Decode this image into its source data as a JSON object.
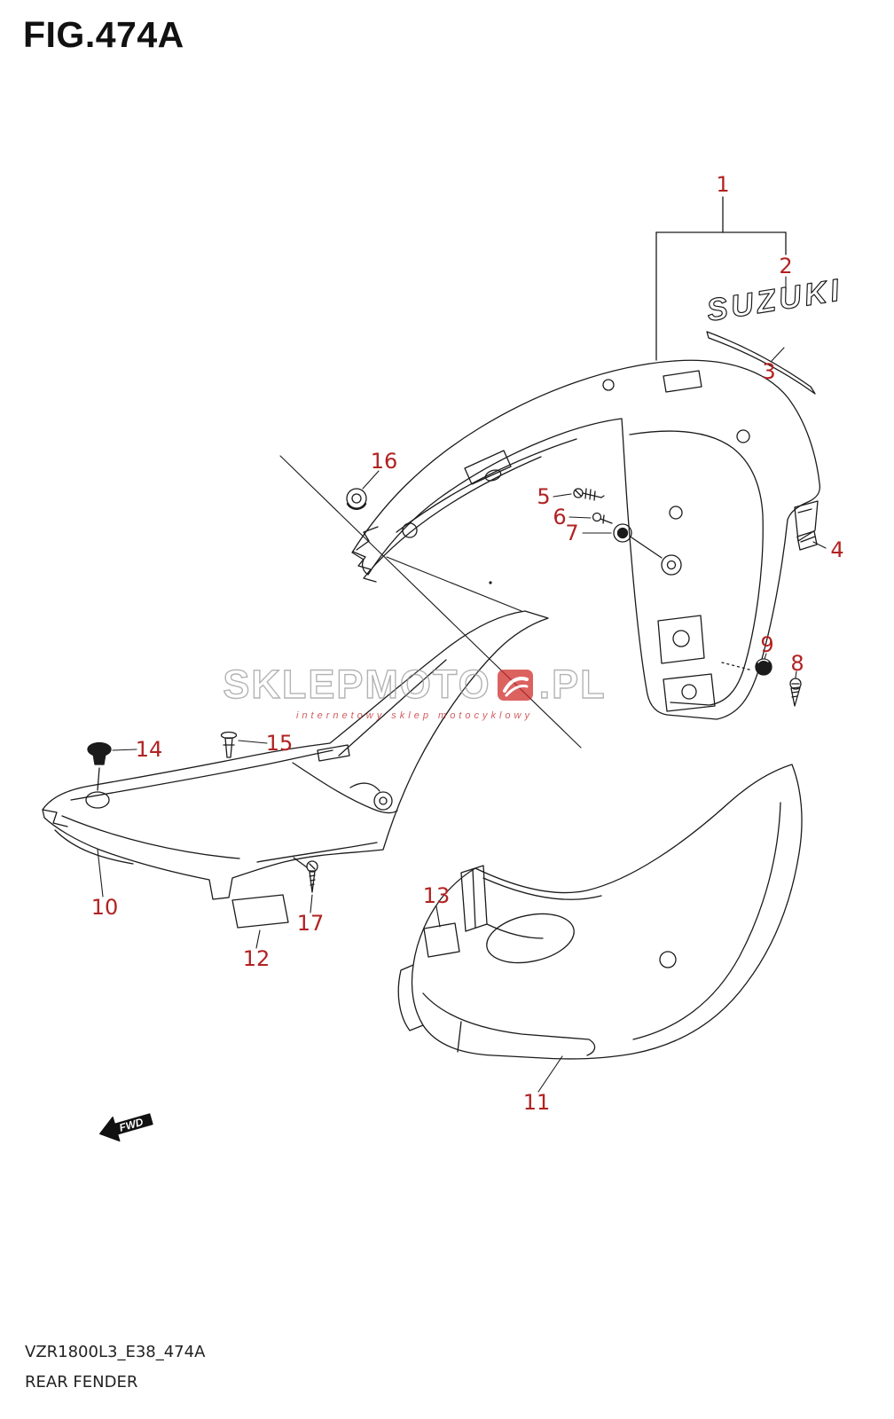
{
  "title": "FIG.474A",
  "figure": {
    "emblem": "SUZUKI",
    "fwd_label": "FWD"
  },
  "watermark": {
    "main": "SKLEPMOTO",
    "suffix": ".PL",
    "tagline": "internetowy sklep motocyklowy"
  },
  "footer": {
    "code": "VZR1800L3_E38_474A",
    "caption": "REAR FENDER"
  },
  "colors": {
    "callout_red": "#b22222",
    "line": "#1b1b1b",
    "watermark_red": "#cc2b2b",
    "background": "#ffffff"
  },
  "callouts": [
    {
      "label": "1"
    },
    {
      "label": "2"
    },
    {
      "label": "3"
    },
    {
      "label": "4"
    },
    {
      "label": "5"
    },
    {
      "label": "6"
    },
    {
      "label": "7"
    },
    {
      "label": "8"
    },
    {
      "label": "9"
    },
    {
      "label": "10"
    },
    {
      "label": "11"
    },
    {
      "label": "12"
    },
    {
      "label": "13"
    },
    {
      "label": "14"
    },
    {
      "label": "15"
    },
    {
      "label": "16"
    },
    {
      "label": "17"
    }
  ]
}
